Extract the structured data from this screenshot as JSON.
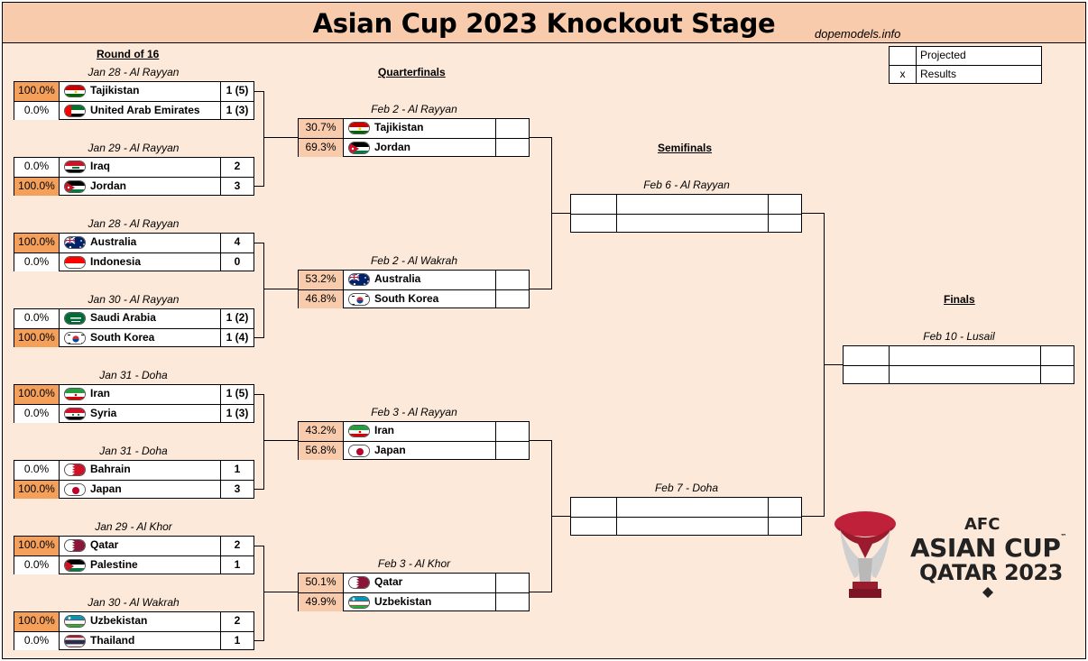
{
  "header": {
    "title": "Asian Cup 2023 Knockout Stage",
    "site": "dopemodels.info"
  },
  "legend": [
    {
      "mark": "",
      "label": "Projected"
    },
    {
      "mark": "x",
      "label": "Results"
    }
  ],
  "rounds": {
    "r16": "Round of 16",
    "qf": "Quarterfinals",
    "sf": "Semifinals",
    "final": "Finals"
  },
  "colors": {
    "winner": "#f4a05a",
    "projected": "#f8cbad",
    "background": "#fde9d9",
    "header": "#f8cbad"
  },
  "r16": [
    {
      "date": "Jan 28 - Al Rayyan",
      "teams": [
        {
          "pct": "100.0%",
          "name": "Tajikistan",
          "score": "1 (5)",
          "flag": "tajikistan-flag-icon"
        },
        {
          "pct": "0.0%",
          "name": "United Arab Emirates",
          "score": "1 (3)",
          "flag": "uae-flag-icon"
        }
      ]
    },
    {
      "date": "Jan 29 - Al Rayyan",
      "teams": [
        {
          "pct": "0.0%",
          "name": "Iraq",
          "score": "2",
          "flag": "iraq-flag-icon"
        },
        {
          "pct": "100.0%",
          "name": "Jordan",
          "score": "3",
          "flag": "jordan-flag-icon"
        }
      ]
    },
    {
      "date": "Jan 28 - Al Rayyan",
      "teams": [
        {
          "pct": "100.0%",
          "name": "Australia",
          "score": "4",
          "flag": "australia-flag-icon"
        },
        {
          "pct": "0.0%",
          "name": "Indonesia",
          "score": "0",
          "flag": "indonesia-flag-icon"
        }
      ]
    },
    {
      "date": "Jan 30 - Al Rayyan",
      "teams": [
        {
          "pct": "0.0%",
          "name": "Saudi Arabia",
          "score": "1 (2)",
          "flag": "saudi-arabia-flag-icon"
        },
        {
          "pct": "100.0%",
          "name": "South Korea",
          "score": "1 (4)",
          "flag": "south-korea-flag-icon"
        }
      ]
    },
    {
      "date": "Jan 31 - Doha",
      "teams": [
        {
          "pct": "100.0%",
          "name": "Iran",
          "score": "1 (5)",
          "flag": "iran-flag-icon"
        },
        {
          "pct": "0.0%",
          "name": "Syria",
          "score": "1 (3)",
          "flag": "syria-flag-icon"
        }
      ]
    },
    {
      "date": "Jan 31 - Doha",
      "teams": [
        {
          "pct": "0.0%",
          "name": "Bahrain",
          "score": "1",
          "flag": "bahrain-flag-icon"
        },
        {
          "pct": "100.0%",
          "name": "Japan",
          "score": "3",
          "flag": "japan-flag-icon"
        }
      ]
    },
    {
      "date": "Jan 29 - Al Khor",
      "teams": [
        {
          "pct": "100.0%",
          "name": "Qatar",
          "score": "2",
          "flag": "qatar-flag-icon"
        },
        {
          "pct": "0.0%",
          "name": "Palestine",
          "score": "1",
          "flag": "palestine-flag-icon"
        }
      ]
    },
    {
      "date": "Jan 30 - Al Wakrah",
      "teams": [
        {
          "pct": "100.0%",
          "name": "Uzbekistan",
          "score": "2",
          "flag": "uzbekistan-flag-icon"
        },
        {
          "pct": "0.0%",
          "name": "Thailand",
          "score": "1",
          "flag": "thailand-flag-icon"
        }
      ]
    }
  ],
  "qf": [
    {
      "date": "Feb 2  - Al Rayyan",
      "teams": [
        {
          "pct": "30.7%",
          "name": "Tajikistan",
          "score": "",
          "flag": "tajikistan-flag-icon"
        },
        {
          "pct": "69.3%",
          "name": "Jordan",
          "score": "",
          "flag": "jordan-flag-icon"
        }
      ]
    },
    {
      "date": "Feb 2 - Al Wakrah",
      "teams": [
        {
          "pct": "53.2%",
          "name": "Australia",
          "score": "",
          "flag": "australia-flag-icon"
        },
        {
          "pct": "46.8%",
          "name": "South Korea",
          "score": "",
          "flag": "south-korea-flag-icon"
        }
      ]
    },
    {
      "date": "Feb 3 - Al Rayyan",
      "teams": [
        {
          "pct": "43.2%",
          "name": "Iran",
          "score": "",
          "flag": "iran-flag-icon"
        },
        {
          "pct": "56.8%",
          "name": "Japan",
          "score": "",
          "flag": "japan-flag-icon"
        }
      ]
    },
    {
      "date": "Feb 3 - Al Khor",
      "teams": [
        {
          "pct": "50.1%",
          "name": "Qatar",
          "score": "",
          "flag": "qatar-flag-icon"
        },
        {
          "pct": "49.9%",
          "name": "Uzbekistan",
          "score": "",
          "flag": "uzbekistan-flag-icon"
        }
      ]
    }
  ],
  "sf": [
    {
      "date": "Feb 6 - Al Rayyan"
    },
    {
      "date": "Feb 7 - Doha"
    }
  ],
  "final": {
    "date": "Feb 10 - Lusail"
  },
  "logo": {
    "line1": "AFC",
    "line2": "ASIAN CUP",
    "tm": "™",
    "line3": "QATAR 2023"
  }
}
